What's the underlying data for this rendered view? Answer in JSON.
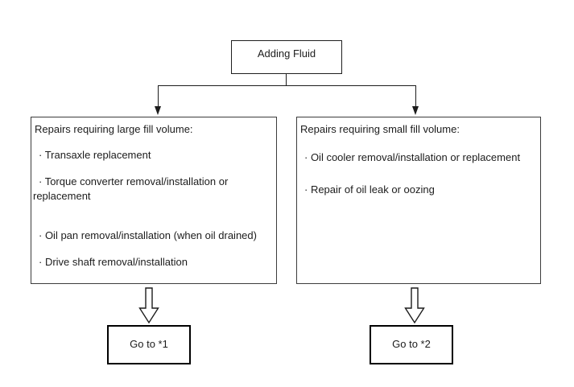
{
  "flowchart": {
    "root_label": "Adding Fluid",
    "left": {
      "title": "Repairs requiring large fill volume:",
      "items": [
        "· Transaxle replacement",
        "· Torque converter removal/installation or replacement",
        "· Oil pan removal/installation (when oil drained)",
        "· Drive shaft removal/installation"
      ],
      "goto_label": "Go to *1"
    },
    "right": {
      "title": "Repairs requiring small fill volume:",
      "items": [
        "· Oil cooler removal/installation or replacement",
        "· Repair of oil leak or oozing"
      ],
      "goto_label": "Go to *2"
    },
    "colors": {
      "background": "#ffffff",
      "line": "#1c1c1c",
      "box_border": "#3c3c3c",
      "text": "#1c1c1c"
    }
  }
}
